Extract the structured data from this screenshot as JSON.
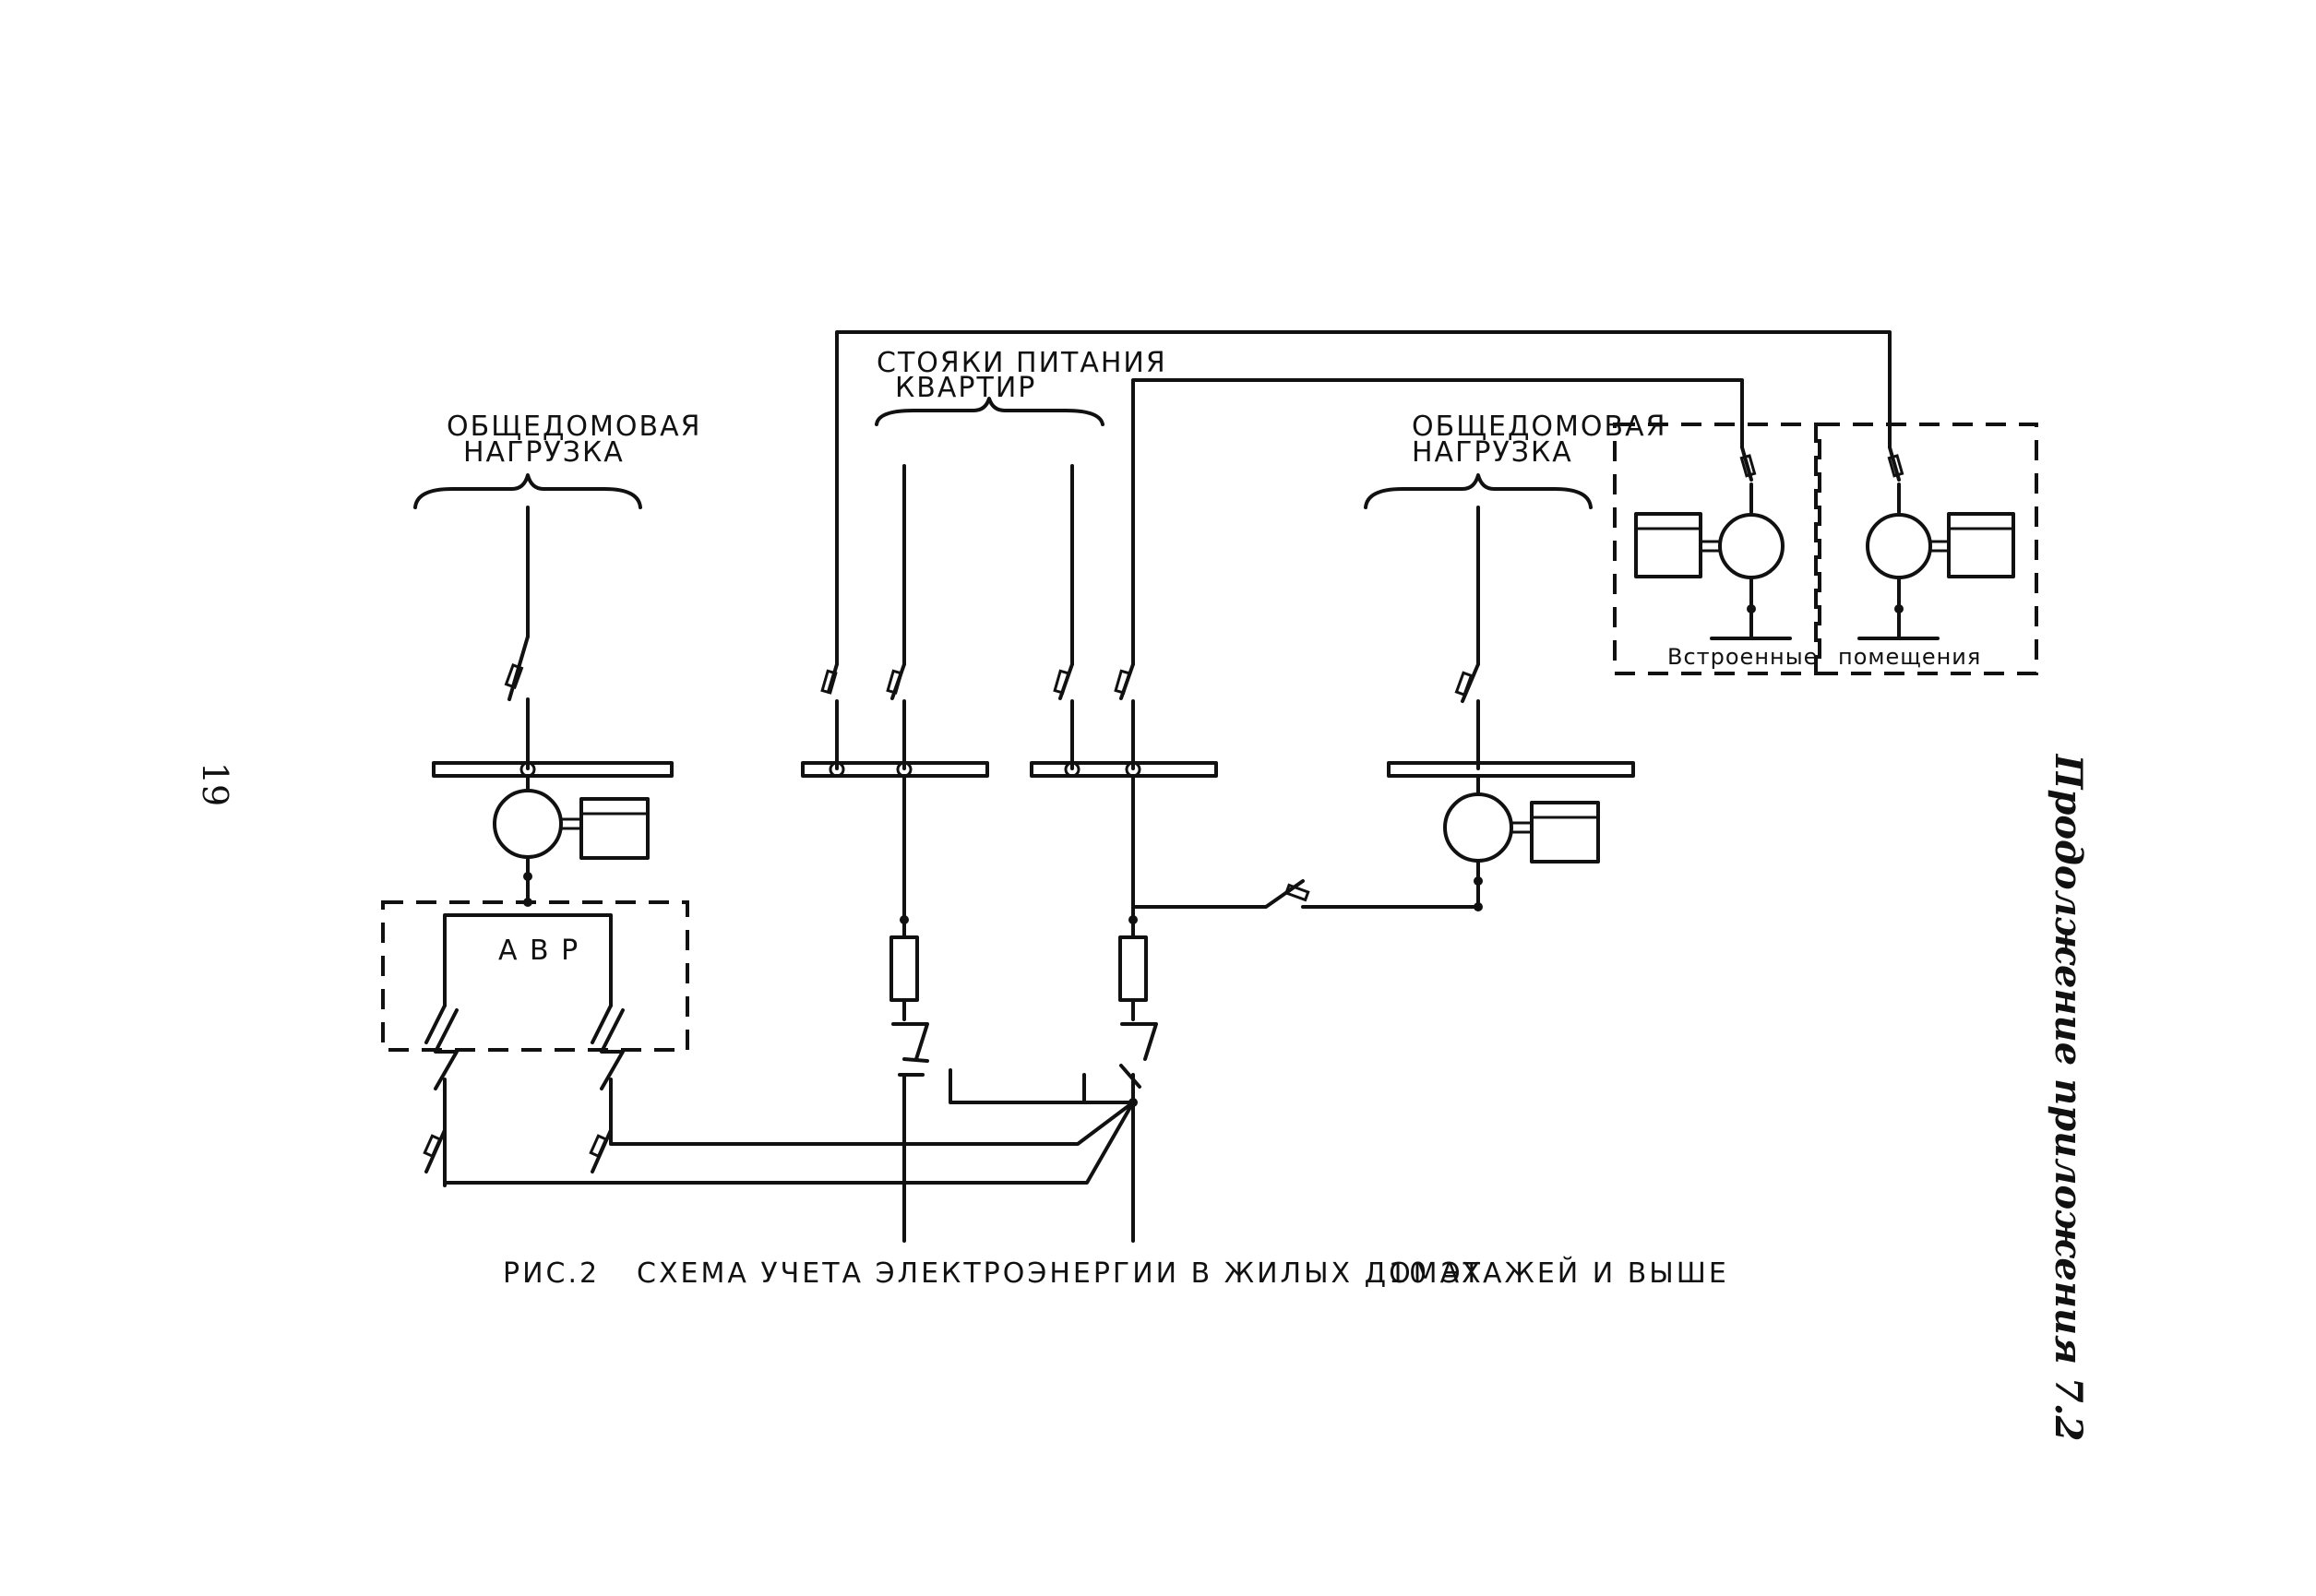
{
  "page_number": "19",
  "side_title": "Продолжение приложения 7.2",
  "labels": {
    "left_load_line1": "ОБЩЕДОМОВАЯ",
    "left_load_line2": "НАГРУЗКА",
    "risers_line1": "СТОЯКИ ПИТАНИЯ",
    "risers_line2": "КВАРТИР",
    "right_load_line1": "ОБЩЕДОМОВАЯ",
    "right_load_line2": "НАГРУЗКА",
    "builtin_left": "Встроенные",
    "builtin_right": "помещения",
    "avr": "А В Р"
  },
  "caption": {
    "fig": "РИС.2",
    "title": "СХЕМА УЧЕТА ЭЛЕКТРОЭНЕРГИИ В ЖИЛЫХ ДОМАХ",
    "floors": "10 ЭТАЖЕЙ И ВЫШЕ"
  }
}
